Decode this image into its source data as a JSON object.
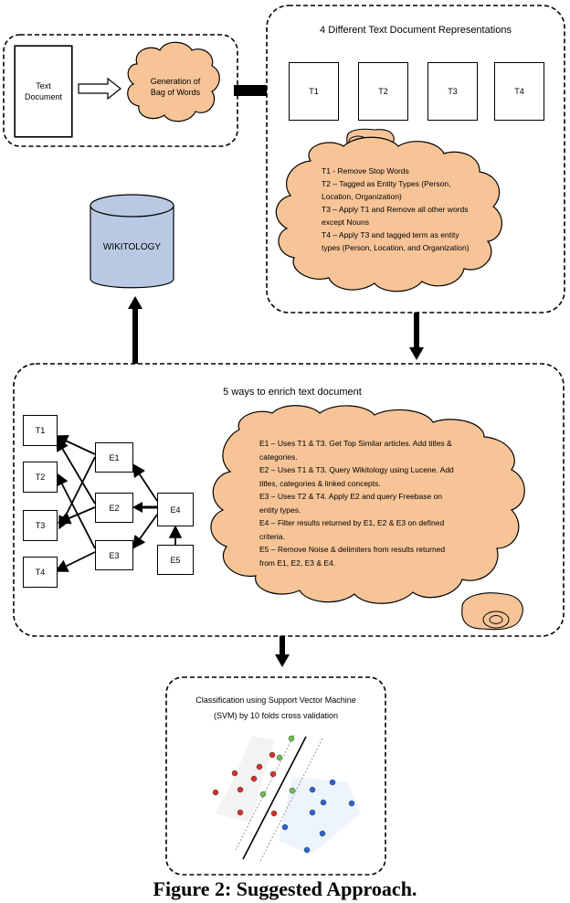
{
  "input": {
    "doc_label": "Text Document",
    "bow_label": "Generation of Bag of Words"
  },
  "representations": {
    "title": "4 Different Text Document Representations",
    "boxes": [
      "T1",
      "T2",
      "T3",
      "T4"
    ],
    "descriptions": [
      "T1 - Remove Stop Words",
      "T2 – Tagged as Entity Types (Person,",
      "Location, Organization)",
      "T3 – Apply T1 and Remove all other words",
      "except Nouns",
      "T4 – Apply T3 and tagged term as entity",
      "types (Person, Location, and Organization)"
    ]
  },
  "wikitology": {
    "label": "WIKITOLOGY"
  },
  "enrich": {
    "title": "5 ways to enrich text document",
    "t_nodes": [
      "T1",
      "T2",
      "T3",
      "T4"
    ],
    "e_nodes": [
      "E1",
      "E2",
      "E3",
      "E4",
      "E5"
    ],
    "descriptions": [
      "E1 – Uses T1 & T3. Get Top Similar articles. Add titles &",
      "categories.",
      "E2 – Uses T1 & T3. Query Wikitology using Lucene. Add",
      "titles, categories & linked concepts.",
      "E3 – Uses T2 & T4. Apply E2 and query Freebase on",
      "entity types.",
      "E4 – Filter results returned by E1, E2 & E3 on defined",
      "criteria.",
      "E5 – Remove Noise & delimiters from results returned",
      "from E1, E2, E3 & E4."
    ]
  },
  "classification": {
    "lines": [
      "Classification using Support Vector Machine",
      "(SVM) by 10 folds cross validation"
    ]
  },
  "caption": "Figure 2: Suggested Approach.",
  "colors": {
    "cylinder": "#b9c9e3",
    "red_points": "#d9302b",
    "green_points": "#6cc44a",
    "blue_points": "#2b63d6"
  }
}
